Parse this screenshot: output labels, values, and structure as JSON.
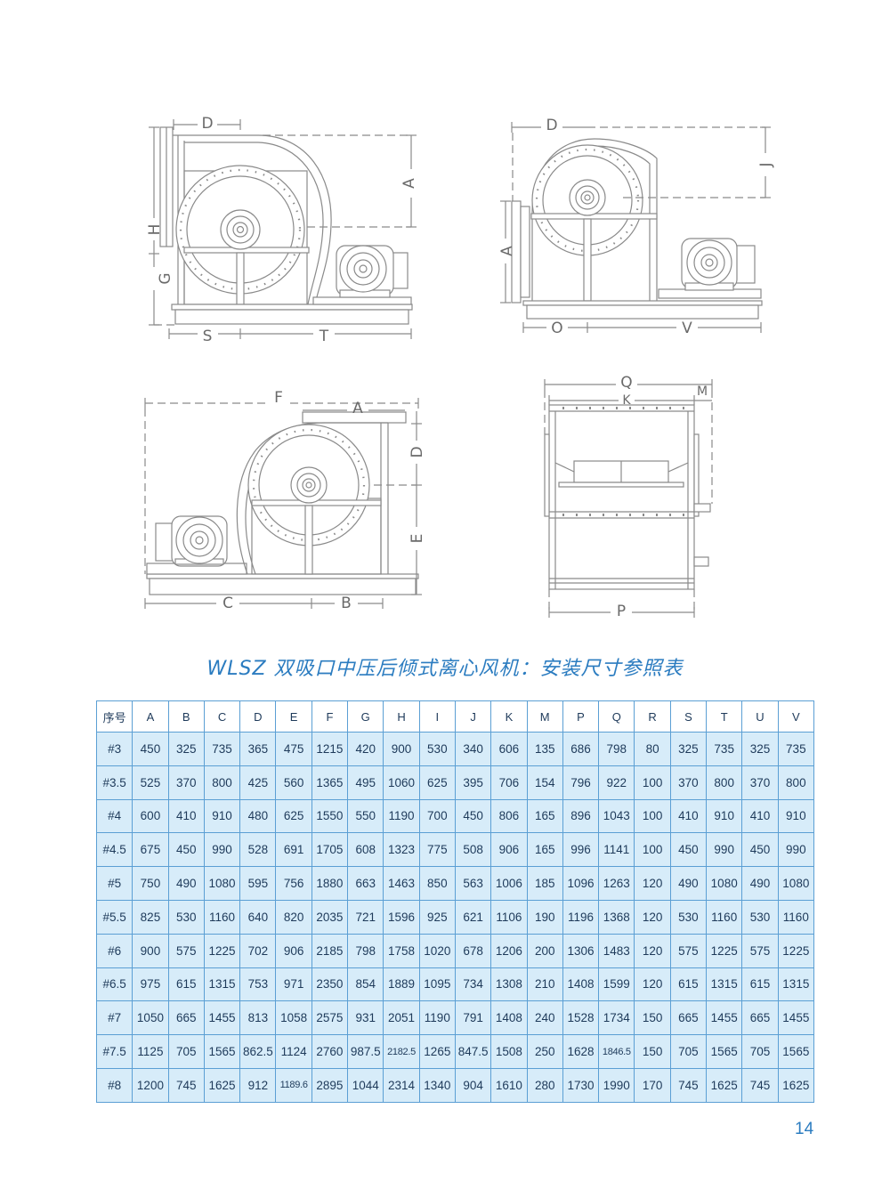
{
  "views": [
    {
      "labels": [
        "D",
        "A",
        "H",
        "G",
        "S",
        "T"
      ]
    },
    {
      "labels": [
        "D",
        "J",
        "A",
        "O",
        "V"
      ]
    },
    {
      "labels": [
        "F",
        "A",
        "D",
        "E",
        "C",
        "B"
      ]
    },
    {
      "labels": [
        "Q",
        "K",
        "M",
        "P"
      ]
    }
  ],
  "title": "WLSZ 双吸口中压后倾式离心风机：安装尺寸参照表",
  "table": {
    "headers": [
      "序号",
      "A",
      "B",
      "C",
      "D",
      "E",
      "F",
      "G",
      "H",
      "I",
      "J",
      "K",
      "M",
      "P",
      "Q",
      "R",
      "S",
      "T",
      "U",
      "V"
    ],
    "rows": [
      {
        "model": "#3",
        "values": [
          "450",
          "325",
          "735",
          "365",
          "475",
          "1215",
          "420",
          "900",
          "530",
          "340",
          "606",
          "135",
          "686",
          "798",
          "80",
          "325",
          "735",
          "325",
          "735"
        ]
      },
      {
        "model": "#3.5",
        "values": [
          "525",
          "370",
          "800",
          "425",
          "560",
          "1365",
          "495",
          "1060",
          "625",
          "395",
          "706",
          "154",
          "796",
          "922",
          "100",
          "370",
          "800",
          "370",
          "800"
        ]
      },
      {
        "model": "#4",
        "values": [
          "600",
          "410",
          "910",
          "480",
          "625",
          "1550",
          "550",
          "1190",
          "700",
          "450",
          "806",
          "165",
          "896",
          "1043",
          "100",
          "410",
          "910",
          "410",
          "910"
        ]
      },
      {
        "model": "#4.5",
        "values": [
          "675",
          "450",
          "990",
          "528",
          "691",
          "1705",
          "608",
          "1323",
          "775",
          "508",
          "906",
          "165",
          "996",
          "1141",
          "100",
          "450",
          "990",
          "450",
          "990"
        ]
      },
      {
        "model": "#5",
        "values": [
          "750",
          "490",
          "1080",
          "595",
          "756",
          "1880",
          "663",
          "1463",
          "850",
          "563",
          "1006",
          "185",
          "1096",
          "1263",
          "120",
          "490",
          "1080",
          "490",
          "1080"
        ]
      },
      {
        "model": "#5.5",
        "values": [
          "825",
          "530",
          "1160",
          "640",
          "820",
          "2035",
          "721",
          "1596",
          "925",
          "621",
          "1106",
          "190",
          "1196",
          "1368",
          "120",
          "530",
          "1160",
          "530",
          "1160"
        ]
      },
      {
        "model": "#6",
        "values": [
          "900",
          "575",
          "1225",
          "702",
          "906",
          "2185",
          "798",
          "1758",
          "1020",
          "678",
          "1206",
          "200",
          "1306",
          "1483",
          "120",
          "575",
          "1225",
          "575",
          "1225"
        ]
      },
      {
        "model": "#6.5",
        "values": [
          "975",
          "615",
          "1315",
          "753",
          "971",
          "2350",
          "854",
          "1889",
          "1095",
          "734",
          "1308",
          "210",
          "1408",
          "1599",
          "120",
          "615",
          "1315",
          "615",
          "1315"
        ]
      },
      {
        "model": "#7",
        "values": [
          "1050",
          "665",
          "1455",
          "813",
          "1058",
          "2575",
          "931",
          "2051",
          "1190",
          "791",
          "1408",
          "240",
          "1528",
          "1734",
          "150",
          "665",
          "1455",
          "665",
          "1455"
        ]
      },
      {
        "model": "#7.5",
        "values": [
          "1125",
          "705",
          "1565",
          "862.5",
          "1124",
          "2760",
          "987.5",
          "2182.5",
          "1265",
          "847.5",
          "1508",
          "250",
          "1628",
          "1846.5",
          "150",
          "705",
          "1565",
          "705",
          "1565"
        ]
      },
      {
        "model": "#8",
        "values": [
          "1200",
          "745",
          "1625",
          "912",
          "1189.6",
          "2895",
          "1044",
          "2314",
          "1340",
          "904",
          "1610",
          "280",
          "1730",
          "1990",
          "170",
          "745",
          "1625",
          "745",
          "1625"
        ]
      }
    ]
  },
  "page_number": "14",
  "colors": {
    "accent": "#2b7cc0",
    "table_border": "#5b9fd4",
    "row_fill": "#d7ecf9",
    "text": "#1e3a5a",
    "line": "#8a8a8a"
  }
}
